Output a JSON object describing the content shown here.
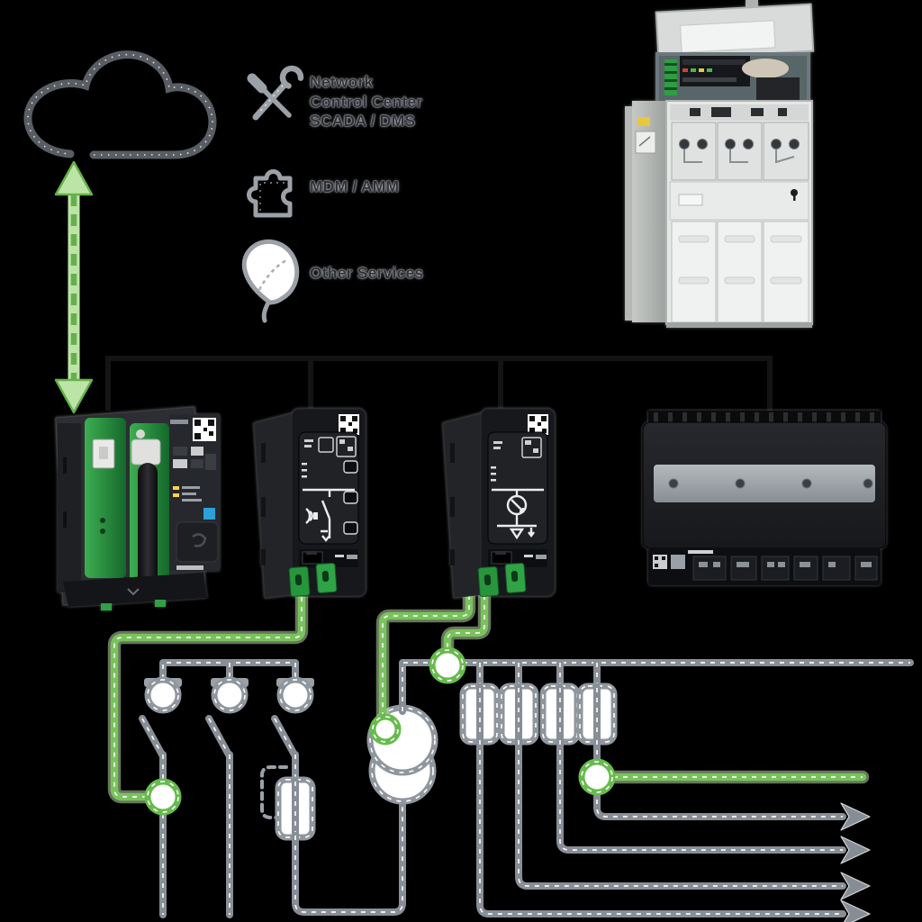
{
  "services": {
    "ncc": {
      "icon": "tools-icon",
      "line1": "Network",
      "line2": "Control Center",
      "line3": "SCADA / DMS"
    },
    "mdm": {
      "icon": "puzzle-icon",
      "label": "MDM / AMM"
    },
    "other": {
      "icon": "leaf-icon",
      "label": "Other Services"
    }
  },
  "figures": {
    "cloud": "cloud-icon",
    "cloud_link": "bidirectional-dashed-arrow",
    "comm_bus": "black-comm-bus-line",
    "switchgear": "mv-switchgear-cabinet-photo",
    "device_gateway": "rtu-gateway-with-antenna",
    "device_feeder_switch": "din-rail-rtu-switch-mimic",
    "device_feeder_transformer": "din-rail-rtu-transformer-mimic",
    "device_controller": "substation-controller-unit",
    "diagram": "mv-lv-single-line-diagram",
    "sensors": "green-sensor-rings",
    "loads": "feeder-load-arrows"
  },
  "colors": {
    "background": "#000000",
    "diagram_gray": "#878e96",
    "diagram_green": "#79c35c",
    "bus_black": "#141414",
    "device_green": "#2fa044",
    "label_text": "#2e3136"
  }
}
